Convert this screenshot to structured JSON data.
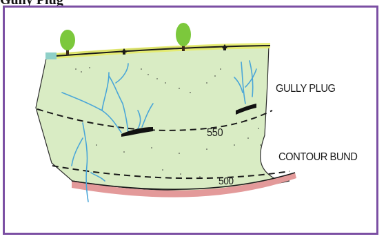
{
  "figure": {
    "header_fragment": "Gully Plug",
    "labels": {
      "gully_plug": "GULLY PLUG",
      "contour_bund": "CONTOUR BUND",
      "contour_550": "550",
      "contour_500": "500"
    },
    "colors": {
      "frame": "#7b4fa3",
      "land": "#d9ecc4",
      "grass_rim": "#e6ec6a",
      "bund_base": "#e39a9a",
      "streams": "#4aa6d8",
      "trees": "#7cc83c",
      "plugs": "#111111"
    }
  }
}
